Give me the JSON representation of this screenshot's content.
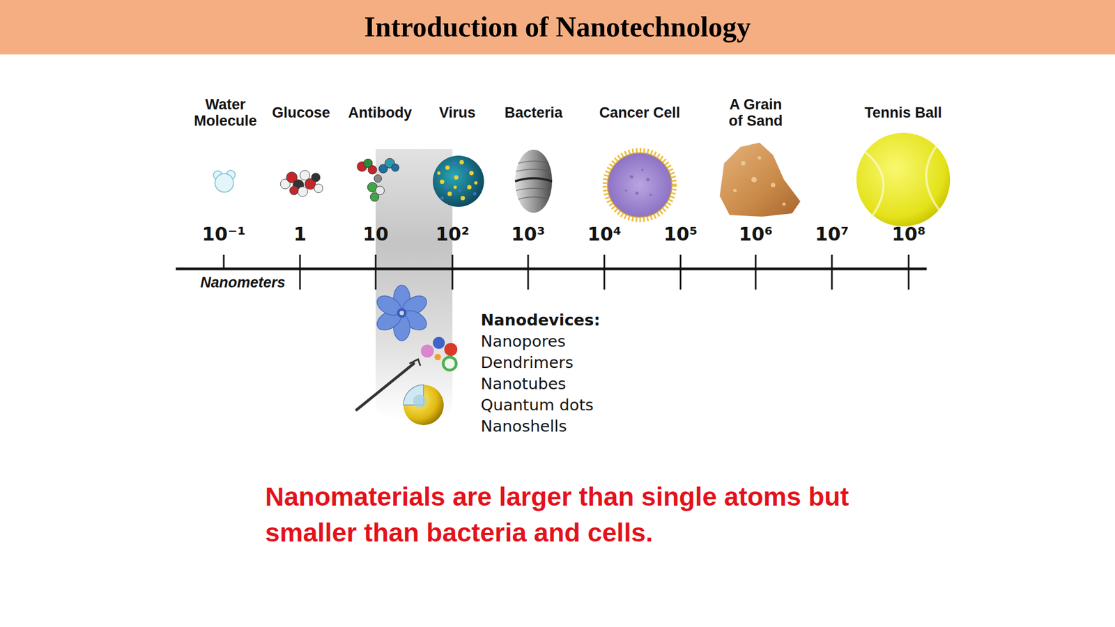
{
  "diagram": {
    "title": "Introduction of Nanotechnology",
    "caption": "Nanomaterials are larger than single atoms but smaller than bacteria and cells.",
    "labels": [
      "Water Molecule",
      "Glucose",
      "Antibody",
      "Virus",
      "Bacteria",
      "Cancer Cell",
      "A Grain of Sand",
      "Tennis Ball",
      "10⁻¹",
      "1",
      "10",
      "10²",
      "10³",
      "10⁴",
      "10⁵",
      "10⁶",
      "10⁷",
      "10⁸",
      "Nanometers",
      "Nanodevices:",
      "Nanopores",
      "Dendrimers",
      "Nanotubes",
      "Quantum dots",
      "Nanoshells"
    ]
  }
}
